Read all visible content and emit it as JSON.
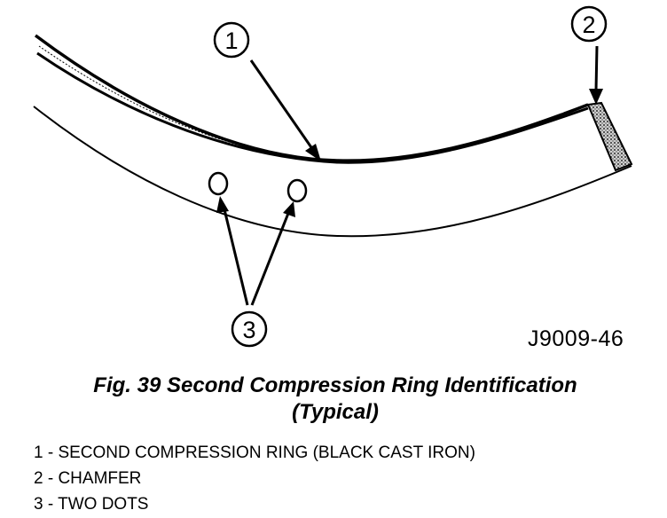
{
  "figure": {
    "code": "J9009-46",
    "callouts": [
      "1",
      "2",
      "3"
    ]
  },
  "caption": {
    "line1": "Fig. 39 Second Compression Ring Identification",
    "line2": "(Typical)"
  },
  "legend": [
    "1 - SECOND COMPRESSION RING (BLACK CAST IRON)",
    "2 - CHAMFER",
    "3 - TWO DOTS"
  ]
}
